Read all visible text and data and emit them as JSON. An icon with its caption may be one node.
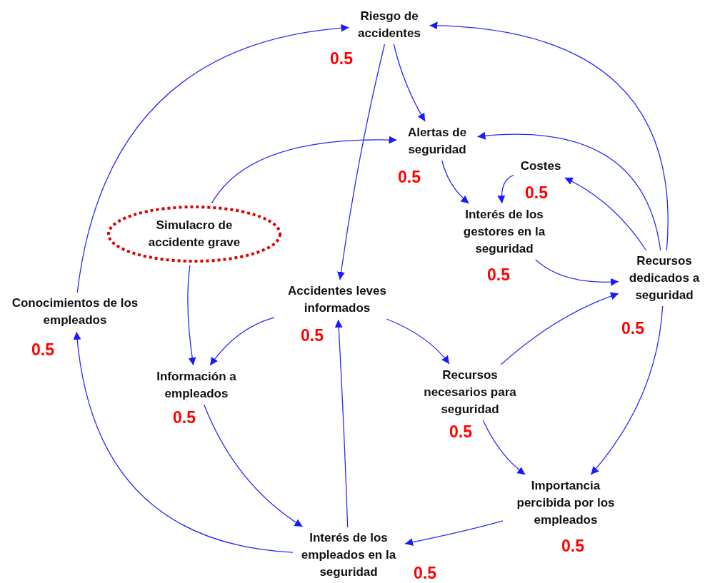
{
  "diagram": {
    "nodes": [
      {
        "text": [
          "Riesgo de accidentes"
        ],
        "beside": [
          "0.5"
        ]
      },
      {
        "text": [
          "Alertas de seguridad"
        ],
        "beside": [
          "0.5"
        ]
      },
      {
        "text": [
          "Costes"
        ],
        "beside": [
          "0.5"
        ]
      },
      {
        "text": [
          "Simulacro de accidente grave"
        ]
      },
      {
        "text": [
          "Interés de los gestores en la seguridad"
        ],
        "beside": [
          "0.5"
        ]
      },
      {
        "text": [
          "Recursos dedicados a seguridad"
        ],
        "beside": [
          "0.5"
        ]
      },
      {
        "text": [
          "Conocimientos de los empleados"
        ],
        "beside": [
          "0.5"
        ]
      },
      {
        "text": [
          "Accidentes leves informados"
        ],
        "beside": [
          "0.5"
        ]
      },
      {
        "text": [
          "Información a empleados"
        ],
        "beside": [
          "0.5"
        ]
      },
      {
        "text": [
          "Recursos necesarios para seguridad"
        ],
        "beside": [
          "0.5"
        ]
      },
      {
        "text": [
          "Importancia percibida por los empleados"
        ],
        "beside": [
          "0.5"
        ]
      },
      {
        "text": [
          "Interés de los empleados en la seguridad"
        ],
        "beside": [
          "0.5"
        ]
      }
    ],
    "edges": [
      {
        "from": 6,
        "to": 0,
        "arrow": "to"
      },
      {
        "from": 5,
        "to": 0,
        "arrow": "to"
      },
      {
        "from": 0,
        "to": 1,
        "arrow": "to"
      },
      {
        "from": 0,
        "to": 7,
        "arrow": "to"
      },
      {
        "from": 3,
        "to": 1,
        "arrow": "to"
      },
      {
        "from": 5,
        "to": 1,
        "arrow": "to"
      },
      {
        "from": 1,
        "to": 4,
        "arrow": "to"
      },
      {
        "from": 2,
        "to": 4,
        "arrow": "to"
      },
      {
        "from": 5,
        "to": 2,
        "arrow": "to"
      },
      {
        "from": 4,
        "to": 5,
        "arrow": "to"
      },
      {
        "from": 9,
        "to": 5,
        "arrow": "to"
      },
      {
        "from": 3,
        "to": 8,
        "arrow": "to"
      },
      {
        "from": 7,
        "to": 8,
        "arrow": "to"
      },
      {
        "from": 7,
        "to": 9,
        "arrow": "to"
      },
      {
        "from": 9,
        "to": 10,
        "arrow": "to"
      },
      {
        "from": 5,
        "to": 10,
        "arrow": "to"
      },
      {
        "from": 8,
        "to": 11,
        "arrow": "to"
      },
      {
        "from": 10,
        "to": 11,
        "arrow": "to"
      },
      {
        "from": 11,
        "to": 7,
        "arrow": "to"
      },
      {
        "from": 11,
        "to": 6,
        "arrow": "to"
      }
    ]
  }
}
